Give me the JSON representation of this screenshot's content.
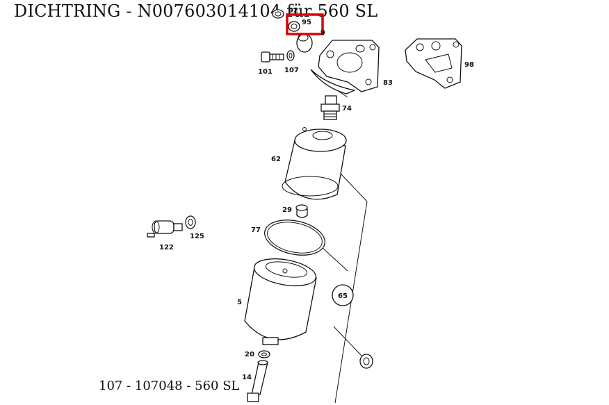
{
  "title": "DICHTRING  - N007603014104 für 560 SL",
  "footer": "107 - 107048 - 560 SL",
  "highlight_color": "#e00000",
  "callouts": {
    "p92": "92",
    "p95": "95",
    "p9": "9",
    "p101": "101",
    "p107": "107",
    "p83": "83",
    "p98": "98",
    "p74": "74",
    "p62": "62",
    "p29": "29",
    "p77": "77",
    "p122": "122",
    "p125": "125",
    "p65": "65",
    "p5": "5",
    "p20": "20",
    "p14": "14"
  }
}
